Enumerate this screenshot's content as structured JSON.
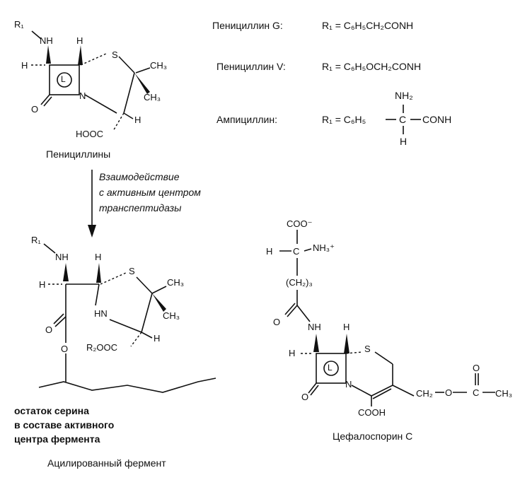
{
  "penicillin_table": {
    "pen_g": {
      "name": "Пенициллин G:",
      "formula": "R₁ = C₆H₅CH₂CONH"
    },
    "pen_v": {
      "name": "Пенициллин V:",
      "formula": "R₁ = C₆H₅OCH₂CONH"
    },
    "ampicillin": {
      "name": "Ампициллин:",
      "formula_left": "R₁ = C₆H₅",
      "formula_center": "C",
      "formula_right": "CONH",
      "top_sub": "NH₂",
      "bottom_sub": "H"
    }
  },
  "penicillins": {
    "caption": "Пенициллины",
    "atoms": {
      "r1": "R₁",
      "nh": "NH",
      "h_top": "H",
      "h_left": "H",
      "s": "S",
      "ch3_top": "CH₃",
      "ch3_bottom": "CH₃",
      "n": "N",
      "o": "O",
      "h_right": "H",
      "hooc": "HOOC",
      "ring_label": "L"
    }
  },
  "reaction": {
    "line1": "Взаимодействие",
    "line2": "с активным центром",
    "line3": "транспептидазы"
  },
  "acylated": {
    "caption": "Ацилированный фермент",
    "serine_line1": "остаток серина",
    "serine_line2": "в составе активного",
    "serine_line3": "центра фермента",
    "atoms": {
      "r1": "R₁",
      "nh": "NH",
      "h_top": "H",
      "h_left": "H",
      "s": "S",
      "ch3_top": "CH₃",
      "ch3_bottom": "CH₃",
      "o_ester": "O",
      "o_carbonyl": "O",
      "hn": "HN",
      "h_right": "H",
      "r2ooc": "R₂OOC"
    }
  },
  "cephalosporin": {
    "caption": "Цефалоспорин С",
    "atoms": {
      "coo": "COO⁻",
      "h_left": "H",
      "c": "C",
      "nh3": "NH₃⁺",
      "ch2_3": "(CH₂)₃",
      "o_amide": "O",
      "nh": "NH",
      "h_top": "H",
      "h_left2": "H",
      "s": "S",
      "o_lactam": "O",
      "n": "N",
      "ring_label": "L",
      "cooh": "COOH",
      "ch2": "CH₂",
      "o_ester": "O",
      "c_acetyl": "C",
      "o_acetyl": "O",
      "ch3": "CH₃"
    }
  }
}
